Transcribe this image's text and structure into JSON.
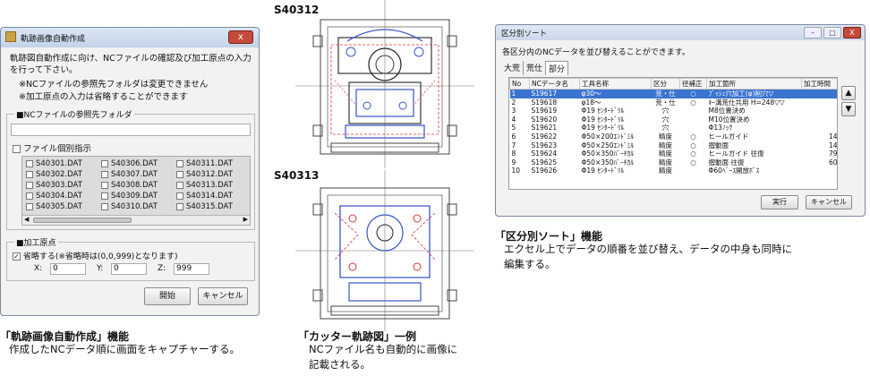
{
  "left_dialog": {
    "title": "軌跡画像自動作成",
    "close_glyph": "x",
    "instruction": "軌跡図自動作成に向け、NCファイルの確認及び加工原点の入力を行って下さい。",
    "note1": "※NCファイルの参照先フォルダは変更できません",
    "note2": "※加工原点の入力は省略することができます",
    "folder_group_title": "■NCファイルの参照先フォルダ",
    "folder_path": "",
    "individual_checkbox": "ファイル個別指示",
    "files": [
      "S40301.DAT",
      "S40302.DAT",
      "S40303.DAT",
      "S40304.DAT",
      "S40305.DAT",
      "S40306.DAT",
      "S40307.DAT",
      "S40308.DAT",
      "S40309.DAT",
      "S40310.DAT",
      "S40311.DAT",
      "S40312.DAT",
      "S40313.DAT",
      "S40314.DAT",
      "S40315.DAT"
    ],
    "origin_group_title": "■加工原点",
    "omit_checkbox": "省略する(※省略時は(0,0,999)となります)",
    "x_label": "X:",
    "x_value": "0",
    "y_label": "Y:",
    "y_value": "0",
    "z_label": "Z:",
    "z_value": "999",
    "start_button": "開始",
    "cancel_button": "キャンセル"
  },
  "left_caption": {
    "title": "「軌跡画像自動作成」機能",
    "desc": "作成したNCデータ順に画面をキャプチャーする。"
  },
  "middle": {
    "label_top": "S40312",
    "label_bottom": "S40313",
    "caption_title": "「カッター軌跡図」一例",
    "caption_desc1": "NCファイル名も自動的に画像に",
    "caption_desc2": "記載される。"
  },
  "right_dialog": {
    "title": "区分別ソート",
    "title_buttons": [
      "–",
      "□",
      "X"
    ],
    "instruction": "各区分内のNCデータを並び替えることができます。",
    "tabs": [
      "大荒",
      "荒仕",
      "部分"
    ],
    "columns": [
      "No",
      "NCデータ名",
      "工具名称",
      "区分",
      "径補正",
      "加工箇所",
      "加工時間"
    ],
    "rows": [
      [
        "1",
        "S19617",
        "φ30〜",
        "荒・仕",
        "○",
        "ﾌﾞｯｼｭ穴加工(φ)削穴▽",
        ""
      ],
      [
        "2",
        "S19618",
        "φ18〜",
        "荒・仕",
        "○",
        "ｷｰ溝荒仕共用 H=248▽▽",
        ""
      ],
      [
        "3",
        "S19619",
        "Φ19 ｾﾝﾀｰﾄﾞﾘﾙ",
        "穴",
        "",
        "M8位置決め",
        ""
      ],
      [
        "4",
        "S19620",
        "Φ19 ｾﾝﾀｰﾄﾞﾘﾙ",
        "穴",
        "",
        "M10位置決め",
        ""
      ],
      [
        "5",
        "S19621",
        "Φ19 ｾﾝﾀｰﾄﾞﾘﾙ",
        "穴",
        "",
        "Φ13ﾉｯｸ",
        ""
      ],
      [
        "6",
        "S19622",
        "Φ50×200ｴﾝﾄﾞﾐﾙ",
        "精度",
        "○",
        "ヒールガイド",
        "14"
      ],
      [
        "7",
        "S19623",
        "Φ50×250ｴﾝﾄﾞﾐﾙ",
        "精度",
        "○",
        "摺動面",
        "14"
      ],
      [
        "8",
        "S19624",
        "Φ50×350ﾊﾞｰﾁｶﾙ",
        "精度",
        "○",
        "ヒールガイド 往復",
        "79"
      ],
      [
        "9",
        "S19625",
        "Φ50×350ﾊﾞｰﾁｶﾙ",
        "精度",
        "○",
        "摺動面 往復",
        "60"
      ],
      [
        "10",
        "S19626",
        "Φ19 ｾﾝﾀｰﾄﾞﾘﾙ",
        "精度",
        "",
        "Φ60ﾍﾞｰｽ開放ﾎﾞｽ",
        ""
      ]
    ],
    "execute_button": "実行",
    "cancel_button": "キャンセル",
    "move_up": "▲",
    "move_down": "▼"
  },
  "right_caption": {
    "title": "「区分別ソート」機能",
    "desc1": "エクセル上でデータの順番を並び替え、データの中身も同時に",
    "desc2": "編集する。"
  }
}
